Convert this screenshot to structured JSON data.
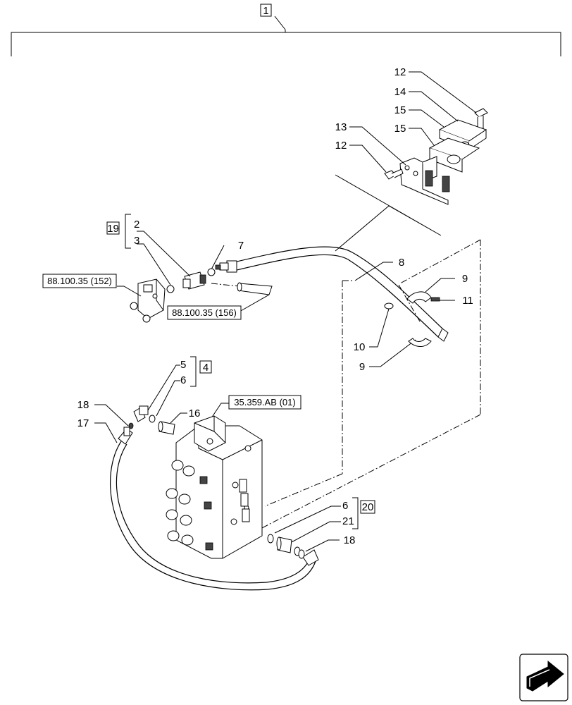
{
  "top_ref": "1",
  "groups": [
    {
      "ref": "19",
      "items": [
        "2",
        "3"
      ]
    },
    {
      "ref": "4",
      "items": [
        "5",
        "6"
      ]
    },
    {
      "ref": "20",
      "items": [
        "6",
        "21"
      ]
    }
  ],
  "crossrefs": [
    "88.100.35 (152)",
    "88.100.35 (156)",
    "35.359.AB (01)"
  ],
  "callouts": [
    "12",
    "14",
    "15",
    "15",
    "13",
    "12",
    "7",
    "8",
    "9",
    "11",
    "10",
    "9",
    "16",
    "18",
    "17",
    "18"
  ],
  "nav": {
    "icon": "next-page-arrow-icon"
  }
}
